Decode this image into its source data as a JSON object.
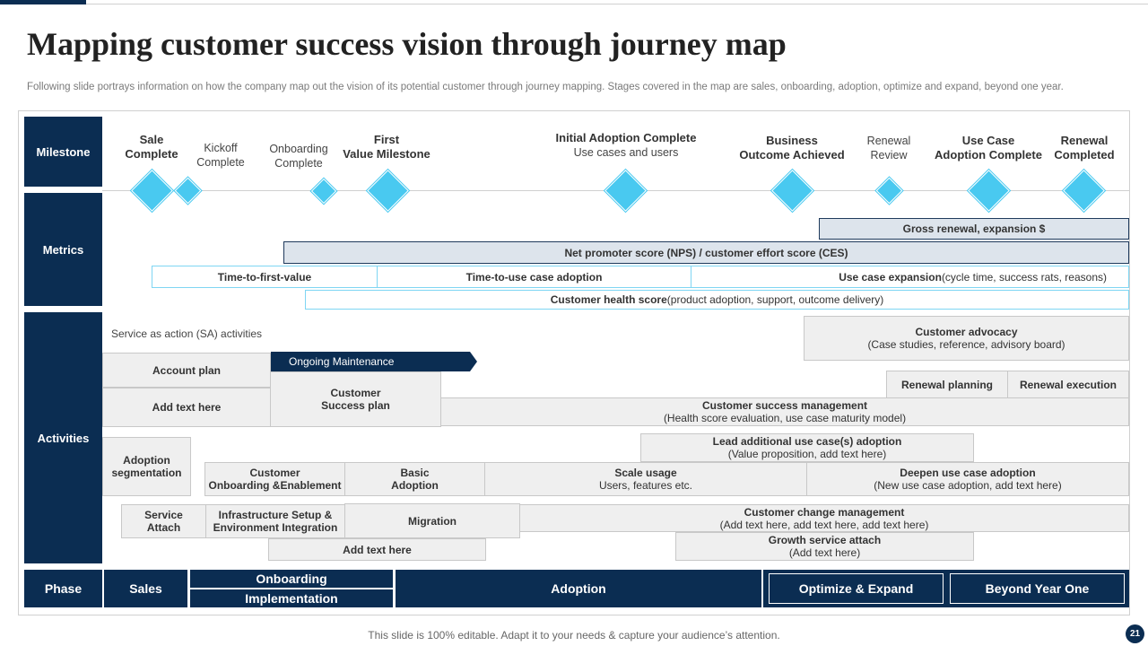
{
  "title": "Mapping customer success vision through journey map",
  "subtitle": "Following slide portrays information on how the company map out the vision of its potential customer through journey mapping. Stages covered in the map are sales, onboarding, adoption, optimize and expand, beyond one year.",
  "rows": {
    "milestone": "Milestone",
    "metrics": "Metrics",
    "activities": "Activities",
    "phase": "Phase"
  },
  "milestones": [
    {
      "line1": "Sale",
      "line2": "Complete"
    },
    {
      "line1": "Kickoff",
      "line2": "Complete"
    },
    {
      "line1": "Onboarding",
      "line2": "Complete"
    },
    {
      "line1": "First",
      "line2": "Value Milestone"
    },
    {
      "line1": "Initial Adoption Complete",
      "line2": "Use cases and users"
    },
    {
      "line1": "Business",
      "line2": "Outcome Achieved"
    },
    {
      "line1": "Renewal",
      "line2": "Review"
    },
    {
      "line1": "Use Case",
      "line2": "Adoption Complete"
    },
    {
      "line1": "Renewal",
      "line2": "Completed"
    }
  ],
  "metrics": {
    "gross_renewal": "Gross renewal, expansion $",
    "nps": "Net promoter score (NPS) / customer effort score (CES)",
    "time_to_first_value": "Time-to-first-value",
    "time_to_use_case": "Time-to-use case adoption",
    "use_case_expansion_bold": "Use case expansion",
    "use_case_expansion_rest": "(cycle time, success rats, reasons)",
    "health_bold": "Customer health score",
    "health_rest": "(product adoption, support, outcome delivery)"
  },
  "activities": {
    "sa_label": "Service as action (SA) activities",
    "ongoing_maintenance": "Ongoing Maintenance",
    "account_plan": "Account plan",
    "add_text_1": "Add text here",
    "cs_plan_1": "Customer",
    "cs_plan_2": "Success plan",
    "customer_advocacy": "Customer advocacy",
    "customer_advocacy_sub": "(Case studies, reference, advisory board)",
    "renewal_planning": "Renewal planning",
    "renewal_execution": "Renewal execution",
    "csm": "Customer success management",
    "csm_sub": "(Health score evaluation, use case maturity model)",
    "adoption_seg_1": "Adoption",
    "adoption_seg_2": "segmentation",
    "lead_adoption": "Lead additional use case(s) adoption",
    "lead_adoption_sub": "(Value proposition, add text here)",
    "onboarding_1": "Customer",
    "onboarding_2": "Onboarding &Enablement",
    "basic_1": "Basic",
    "basic_2": "Adoption",
    "scale_usage": "Scale usage",
    "scale_usage_sub": "Users, features etc.",
    "deepen": "Deepen use case adoption",
    "deepen_sub": "(New use case adoption, add text here)",
    "service_attach_1": "Service",
    "service_attach_2": "Attach",
    "infra_1": "Infrastructure Setup &",
    "infra_2": "Environment Integration",
    "migration": "Migration",
    "change_mgmt": "Customer change management",
    "change_mgmt_sub": "(Add text here, add text here, add text here)",
    "add_text_2": "Add text here",
    "growth": "Growth service attach",
    "growth_sub": "(Add text here)"
  },
  "phases": {
    "sales": "Sales",
    "onboarding": "Onboarding",
    "implementation": "Implementation",
    "adoption": "Adoption",
    "optimize": "Optimize & Expand",
    "beyond": "Beyond Year One"
  },
  "footer": "This slide is 100% editable. Adapt it to your needs & capture your audience’s attention.",
  "page_number": "21",
  "colors": {
    "navy": "#0b2d52",
    "diamond": "#49c9f0",
    "box_fill": "#efefef"
  }
}
